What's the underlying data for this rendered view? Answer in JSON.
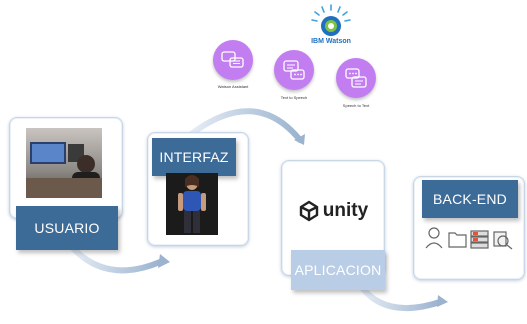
{
  "stages": {
    "usuario": {
      "label": "USUARIO"
    },
    "interfaz": {
      "label": "INTERFAZ"
    },
    "aplicacion": {
      "label": "APLICACION",
      "logo_text": "unity"
    },
    "backend": {
      "label": "BACK-END"
    }
  },
  "watson": {
    "brand": "IBM Watson",
    "services": [
      {
        "name": "Watson Assistant"
      },
      {
        "name": "Text to Speech"
      },
      {
        "name": "Speech to Text"
      }
    ]
  },
  "colors": {
    "label_dark": "#3d6b98",
    "label_light": "#b9cee6",
    "arrow": "#9bb3cf",
    "bubble": "#c27df0",
    "watson_brand": "#1f70c1"
  }
}
